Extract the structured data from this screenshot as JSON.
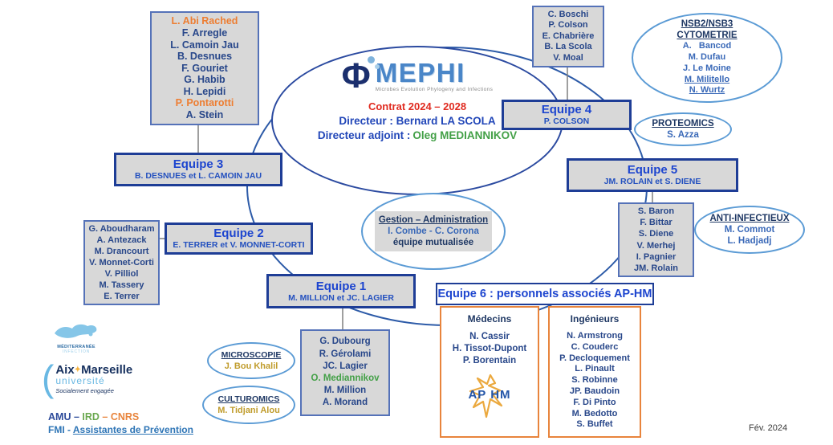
{
  "colors": {
    "team_title": "#1d45cf",
    "member_navy": "#28478a",
    "member_blue": "#3a69b8",
    "highlight_orange": "#ed7d31",
    "highlight_green": "#43a047",
    "highlight_gold": "#c09c2c",
    "contract_red": "#e02b20",
    "box_fill": "#d8d8d8",
    "box_border": "#1e3d96",
    "ellipse_blue": "#5b9bd5",
    "orange_border": "#e8843c"
  },
  "center": {
    "logo": {
      "phi": "Φ",
      "name": "MEPHI",
      "tagline": "Microbes Evolution Phylogeny and Infections"
    },
    "contract": "Contrat 2024 – 2028",
    "director": "Directeur : Bernard LA SCOLA",
    "deputy_label": "Directeur adjoint :",
    "deputy_name": "Oleg MEDIANNIKOV"
  },
  "teams": {
    "eq1": {
      "title": "Equipe 1",
      "leaders": "M. MILLION et JC. LAGIER"
    },
    "eq2": {
      "title": "Equipe 2",
      "leaders": "E. TERRER et V. MONNET-CORTI"
    },
    "eq3": {
      "title": "Equipe 3",
      "leaders": "B. DESNUES et L. CAMOIN JAU"
    },
    "eq4": {
      "title": "Equipe 4",
      "leaders": "P. COLSON"
    },
    "eq5": {
      "title": "Equipe 5",
      "leaders": "JM. ROLAIN et S. DIENE"
    }
  },
  "lists": {
    "eq3": [
      {
        "text": "L. Abi Rached",
        "cls": "orange"
      },
      "F. Arregle",
      "L. Camoin Jau",
      "B. Desnues",
      "F. Gouriet",
      "G. Habib",
      "H. Lepidi",
      {
        "text": "P. Pontarotti",
        "cls": "orange"
      },
      "A. Stein"
    ],
    "eq2": [
      "G. Aboudharam",
      "A. Antezack",
      "M. Drancourt",
      "V. Monnet-Corti",
      "V. Pilliol",
      "M. Tassery",
      "E. Terrer"
    ],
    "eq1": [
      "G. Dubourg",
      "R. Gérolami",
      "JC. Lagier",
      {
        "text": "O. Mediannikov",
        "cls": "green"
      },
      "M. Million",
      "A. Morand"
    ],
    "eq4": [
      "C. Boschi",
      "P. Colson",
      "E. Chabrière",
      "B. La Scola",
      "V. Moal"
    ],
    "eq5": [
      "S. Baron",
      "F. Bittar",
      "S. Diene",
      "V. Merhej",
      "I. Pagnier",
      "JM. Rolain"
    ],
    "nsb": [
      "A.   Bancod",
      "M. Dufau",
      "J. Le Moine",
      {
        "text": "M. Militello",
        "cls": "u"
      },
      {
        "text": "N. Wurtz",
        "cls": "u"
      }
    ],
    "proteomics": [
      "S. Azza"
    ],
    "anti": [
      "M. Commot",
      "L. Hadjadj"
    ],
    "microscopie": [
      {
        "text": "J. Bou Khalil",
        "cls": "gold"
      }
    ],
    "culturomics": [
      {
        "text": "M. Tidjani Alou",
        "cls": "gold"
      }
    ],
    "medecins": [
      "N. Cassir",
      "H. Tissot-Dupont",
      "P. Borentain"
    ],
    "ingenieurs": [
      "N. Armstrong",
      "C. Couderc",
      "P. Decloquement",
      "L. Pinault",
      "S. Robinne",
      "JP. Baudoin",
      "F. Di Pinto",
      "M. Bedotto",
      "S. Buffet"
    ]
  },
  "platforms": {
    "nsb": {
      "header1": "NSB2/NSB3",
      "header2": "CYTOMETRIE"
    },
    "proteomics": {
      "header": "PROTEOMICS"
    },
    "anti": {
      "header": "ANTI-INFECTIEUX"
    },
    "microscopie": {
      "header": "MICROSCOPIE"
    },
    "culturomics": {
      "header": "CULTUROMICS"
    }
  },
  "gestion": {
    "header": "Gestion – Administration",
    "members": "I. Combe - C. Corona",
    "note": "équipe mutualisée"
  },
  "team6": {
    "title": "Equipe 6 : personnels associés AP-HM",
    "medecins_header": "Médecins",
    "ingenieurs_header": "Ingénieurs",
    "aphm_logo": "AP HM"
  },
  "footer": {
    "med_logo": {
      "line1": "MÉDITERRANÉE",
      "line2": "INFECTION"
    },
    "amu_logo": {
      "paren": "(",
      "name_left": "Aix",
      "star": "✦",
      "name_right": "Marseille",
      "sub": "université",
      "tagline": "Socialement engagée"
    },
    "orgs": {
      "amu": "AMU",
      "sep1": " – ",
      "ird": "IRD",
      "sep2": " – ",
      "cnrs": "CNRS"
    },
    "fmi_prefix": "FMI - ",
    "fmi_link": "Assistantes de Prévention",
    "date": "Fév. 2024"
  }
}
